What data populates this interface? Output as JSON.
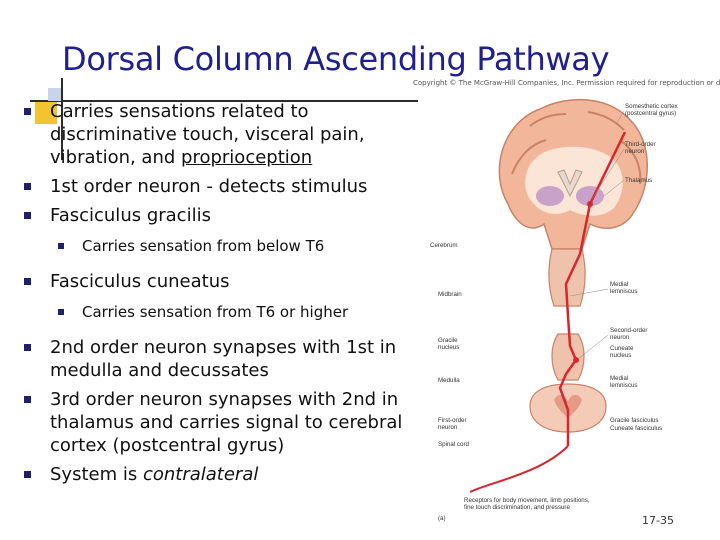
{
  "slide": {
    "title": "Dorsal Column Ascending Pathway",
    "page_number": "17-35"
  },
  "bullets": [
    {
      "level": 1,
      "text": "Carries sensations related to discriminative touch, visceral pain, vibration, and ",
      "underlined": "proprioception"
    },
    {
      "level": 1,
      "text": "1st order neuron - detects stimulus"
    },
    {
      "level": 1,
      "text": "Fasciculus gracilis"
    },
    {
      "level": 2,
      "text": "Carries sensation from below T6"
    },
    {
      "level": 1,
      "text": "Fasciculus cuneatus"
    },
    {
      "level": 2,
      "text": "Carries sensation from T6 or higher"
    },
    {
      "level": 1,
      "text": "2nd order neuron synapses with 1st in medulla and decussates"
    },
    {
      "level": 1,
      "text": "3rd order neuron synapses with 2nd in thalamus and carries signal to cerebral cortex (postcentral gyrus)"
    },
    {
      "level": 1,
      "text": "System is ",
      "italic": "contralateral"
    }
  ],
  "figure": {
    "copyright": "Copyright © The McGraw-Hill Companies, Inc. Permission required for reproduction or display.",
    "labels": {
      "cortex": "Somesthetic cortex",
      "cortex_sub": "(postcentral gyrus)",
      "third_order": "Third-order",
      "third_order_sub": "neuron",
      "thalamus": "Thalamus",
      "cerebrum": "Cerebrum",
      "midbrain": "Midbrain",
      "medial_lemniscus_1": "Medial",
      "medial_lemniscus_1_sub": "lemniscus",
      "second_order": "Second-order",
      "second_order_sub": "neuron",
      "gracile_nucleus": "Gracile",
      "gracile_nucleus_sub": "nucleus",
      "cuneate_nucleus": "Cuneate",
      "cuneate_nucleus_sub": "nucleus",
      "medulla": "Medulla",
      "medial_lemniscus_2": "Medial",
      "medial_lemniscus_2_sub": "lemniscus",
      "first_order": "First-order",
      "first_order_sub": "neuron",
      "gracile_fasciculus": "Gracile fasciculus",
      "cuneate_fasciculus": "Cuneate fasciculus",
      "spinal_cord": "Spinal cord",
      "receptors_1": "Receptors for body movement, limb positions,",
      "receptors_2": "fine touch discrimination, and pressure",
      "panel": "(a)"
    }
  }
}
